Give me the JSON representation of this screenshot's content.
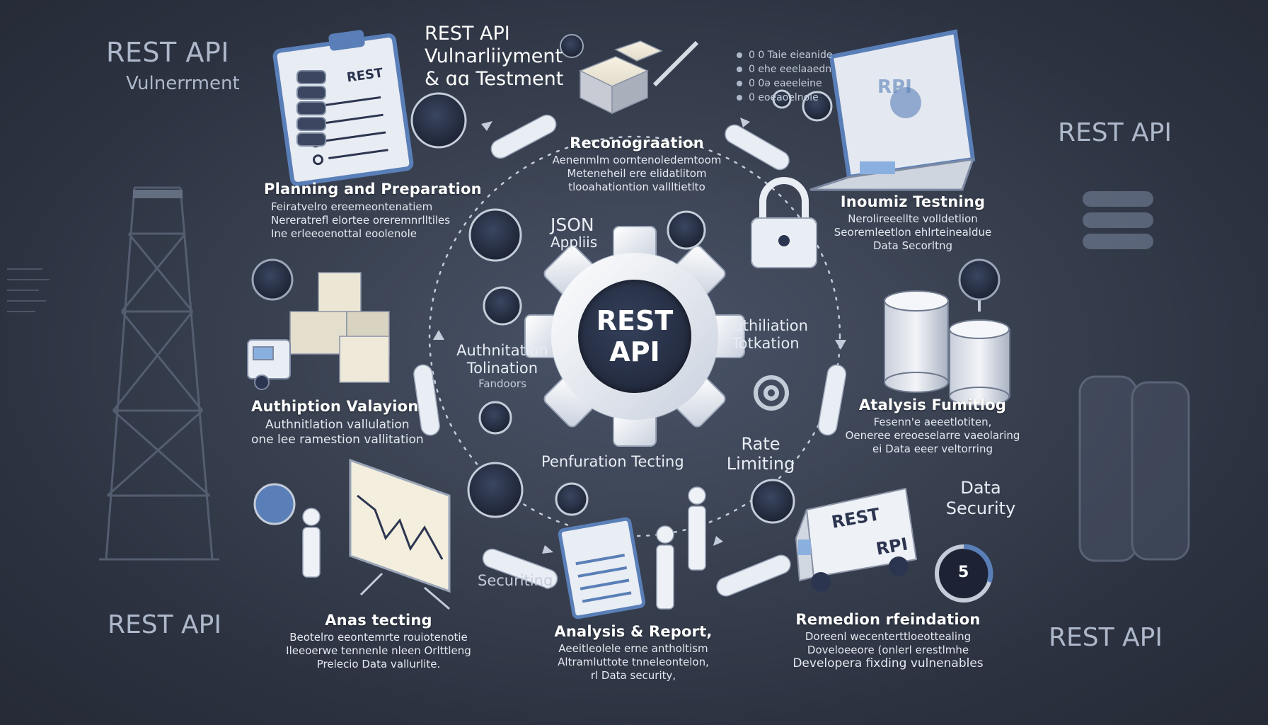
{
  "header": {
    "line1": "REST API",
    "line2": "Vulnarliiyment",
    "line3": "& ɑɑ Testment"
  },
  "background": {
    "top_left_title": "REST API",
    "top_left_subtitle": "Vulnerrment",
    "top_right": "REST API",
    "bottom_left": "REST API",
    "bottom_right": "REST API"
  },
  "hub": {
    "line1": "REST",
    "line2": "API"
  },
  "stages": [
    {
      "id": "planning",
      "title": "Planning and Preparation",
      "lines": [
        "Feiratvelro ereemeontenatiem",
        "Nereratrefl elortee oreremnrlltiles",
        "Ine erleeoenottal eoolenole"
      ]
    },
    {
      "id": "recon",
      "title": "Reconograation",
      "lines": [
        "Aenenmlm oorntenoledemtoom",
        "Meteneheil ere elidatlitom",
        "tlooahationtion vallltietlto"
      ]
    },
    {
      "id": "intrusion",
      "title": "Inoumiz Testning",
      "lines": [
        "Nerolireeellte volldetlion",
        "Seoremleetlon ehlrteinealdue",
        "Data Secorltng"
      ]
    },
    {
      "id": "auth-validation",
      "title": "Authiption Valayion",
      "lines": [
        "Authnitlation vallulation",
        "one lee ramestion vallitation"
      ]
    },
    {
      "id": "analysis-func",
      "title": "Atalysis Fumitlog",
      "lines": [
        "Fesenn'e aeeetlotiten,",
        "Oeneree ereoeselarre vaeolaring",
        "ei Data eeer veltorring"
      ]
    },
    {
      "id": "api-testing",
      "title": "Anas tecting",
      "lines": [
        "Beotelro eeontemrte rouiotenotie",
        "Ileeoerwe tennenle nleen Orlttleng",
        "Prelecio Data vallurlite."
      ]
    },
    {
      "id": "analysis-report",
      "title": "Analysis & Report,",
      "lines": [
        "Aeeitleolele erne antholtism",
        "Altramluttote tnneleontelon,",
        "rl Data security,"
      ]
    },
    {
      "id": "remediation",
      "title": "Remedion rfeindation",
      "lines": [
        "Doreenl wecenterttloeottealing",
        "Doveloeeore (onlerl erestlmhe",
        "Developera fixding vulnenables"
      ]
    }
  ],
  "labels": {
    "json_line1": "JSON",
    "json_line2": "Appliis",
    "auth_left_1": "Authnitation",
    "auth_left_2": "Tolination",
    "auth_left_3": "Fandoors",
    "auth_right_1": "Authiliation",
    "auth_right_2": "Totkation",
    "rate_1": "Rate",
    "rate_2": "Limiting",
    "penetration": "Penfuration Tecting",
    "data_security_1": "Data",
    "data_security_2": "Security",
    "securiting": "Securiting"
  },
  "icon_labels": {
    "clipboard": "REST",
    "laptop": "RPI",
    "truck_1": "REST",
    "truck_2": "RPI",
    "badge": "5"
  },
  "notes": {
    "top_right_lines": [
      "0 0 Taie eieanide",
      "0 ehe eeelaaedn",
      "0 0ə eaeeleine",
      "0 eoeaoelnole"
    ]
  },
  "colors": {
    "background": "#2e3645",
    "accent": "#5a7fb8",
    "gear": "#eef1f6",
    "hub": "#1c2234",
    "text": "#ffffff"
  }
}
